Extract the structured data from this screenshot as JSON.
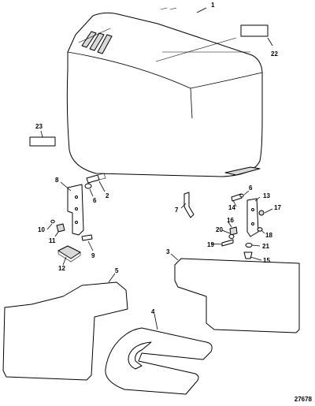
{
  "figure_number": "27678",
  "callouts": [
    {
      "id": "c1",
      "label": "1"
    },
    {
      "id": "c2",
      "label": "2"
    },
    {
      "id": "c3",
      "label": "3"
    },
    {
      "id": "c4",
      "label": "4"
    },
    {
      "id": "c5",
      "label": "5"
    },
    {
      "id": "c6a",
      "label": "6"
    },
    {
      "id": "c6b",
      "label": "6"
    },
    {
      "id": "c7",
      "label": "7"
    },
    {
      "id": "c8",
      "label": "8"
    },
    {
      "id": "c9",
      "label": "9"
    },
    {
      "id": "c10",
      "label": "10"
    },
    {
      "id": "c11",
      "label": "11"
    },
    {
      "id": "c12",
      "label": "12"
    },
    {
      "id": "c13",
      "label": "13"
    },
    {
      "id": "c14",
      "label": "14"
    },
    {
      "id": "c15",
      "label": "15"
    },
    {
      "id": "c16",
      "label": "16"
    },
    {
      "id": "c17",
      "label": "17"
    },
    {
      "id": "c18",
      "label": "18"
    },
    {
      "id": "c19",
      "label": "19"
    },
    {
      "id": "c20",
      "label": "20"
    },
    {
      "id": "c21",
      "label": "21"
    },
    {
      "id": "c22",
      "label": "22"
    },
    {
      "id": "c23",
      "label": "23"
    }
  ]
}
